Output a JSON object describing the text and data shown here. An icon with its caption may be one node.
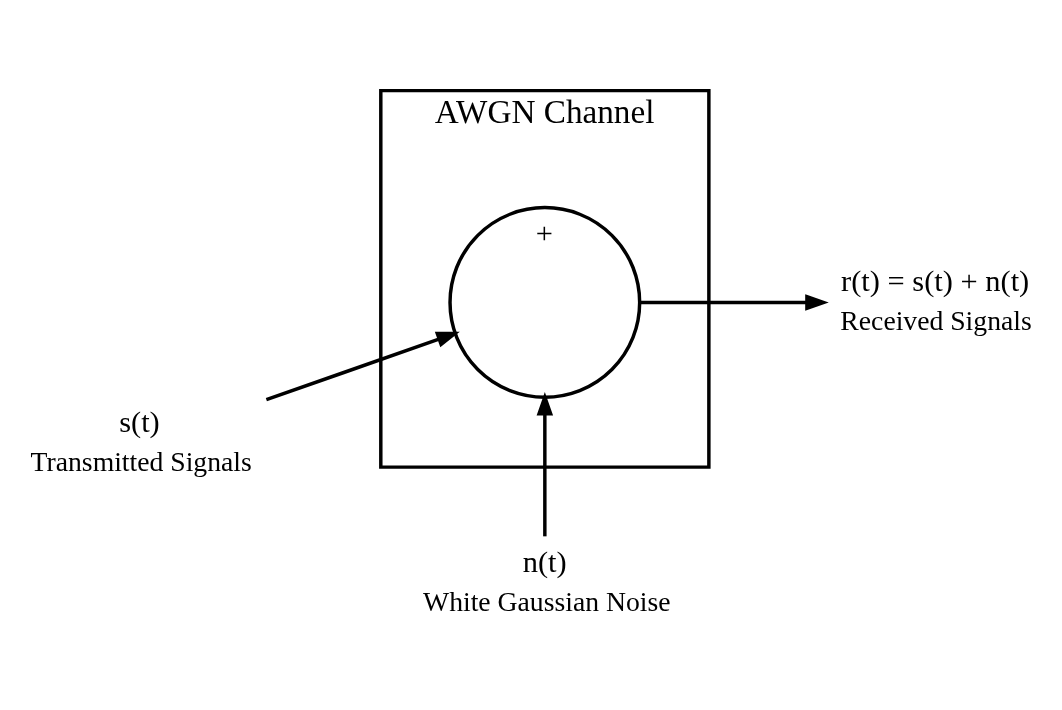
{
  "diagram": {
    "nodes": [
      {
        "text": [
          "AWGN Channel"
        ]
      },
      {
        "text": [
          "+"
        ],
        "in": 0
      },
      {
        "text": [
          "s(t)"
        ],
        "beside": [
          "Transmitted Signals"
        ]
      },
      {
        "text": [
          "r(t) = s(t) + n(t)"
        ],
        "beside": [
          "Received Signals"
        ]
      },
      {
        "text": [
          "n(t)"
        ],
        "beside": [
          "White Gaussian Noise"
        ]
      }
    ],
    "edges": [
      {
        "from": 2,
        "to": 1,
        "arrow": "to"
      },
      {
        "from": 1,
        "to": 3,
        "arrow": "to"
      },
      {
        "from": 4,
        "to": 1,
        "arrow": "to"
      }
    ]
  }
}
